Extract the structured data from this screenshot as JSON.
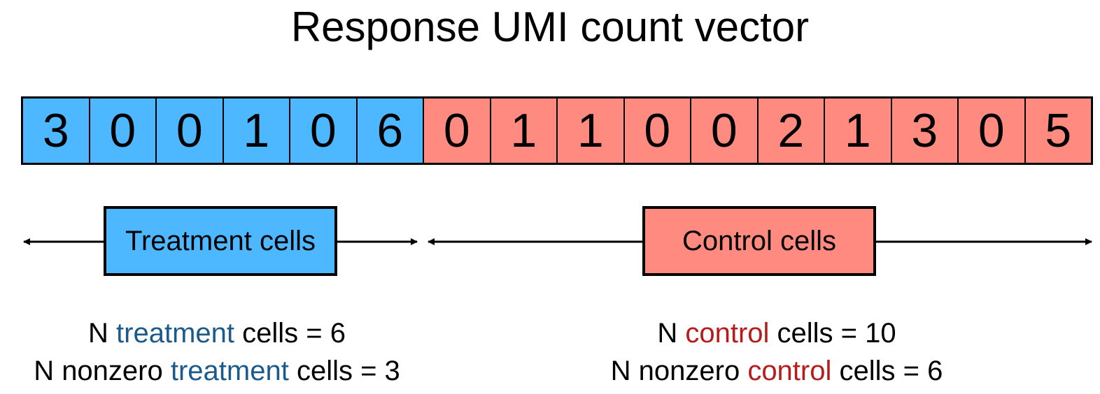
{
  "title": "Response UMI count vector",
  "colors": {
    "treatment_fill": "#4DB8FF",
    "control_fill": "#FF8A80",
    "treatment_text": "#1B5A8A",
    "control_text": "#B71C1C"
  },
  "vector": {
    "cells": [
      {
        "value": "3",
        "group": "treatment"
      },
      {
        "value": "0",
        "group": "treatment"
      },
      {
        "value": "0",
        "group": "treatment"
      },
      {
        "value": "1",
        "group": "treatment"
      },
      {
        "value": "0",
        "group": "treatment"
      },
      {
        "value": "6",
        "group": "treatment"
      },
      {
        "value": "0",
        "group": "control"
      },
      {
        "value": "1",
        "group": "control"
      },
      {
        "value": "1",
        "group": "control"
      },
      {
        "value": "0",
        "group": "control"
      },
      {
        "value": "0",
        "group": "control"
      },
      {
        "value": "2",
        "group": "control"
      },
      {
        "value": "1",
        "group": "control"
      },
      {
        "value": "3",
        "group": "control"
      },
      {
        "value": "0",
        "group": "control"
      },
      {
        "value": "5",
        "group": "control"
      }
    ]
  },
  "groups": {
    "treatment": {
      "label": "Treatment cells",
      "line1": {
        "prefix": "N ",
        "highlight": "treatment",
        "suffix": " cells = 6"
      },
      "line2": {
        "prefix": "N nonzero ",
        "highlight": "treatment",
        "suffix": " cells = 3"
      }
    },
    "control": {
      "label": "Control cells",
      "line1": {
        "prefix": "N ",
        "highlight": "control",
        "suffix": " cells = 10"
      },
      "line2": {
        "prefix": "N nonzero ",
        "highlight": "control",
        "suffix": " cells = 6"
      }
    }
  }
}
